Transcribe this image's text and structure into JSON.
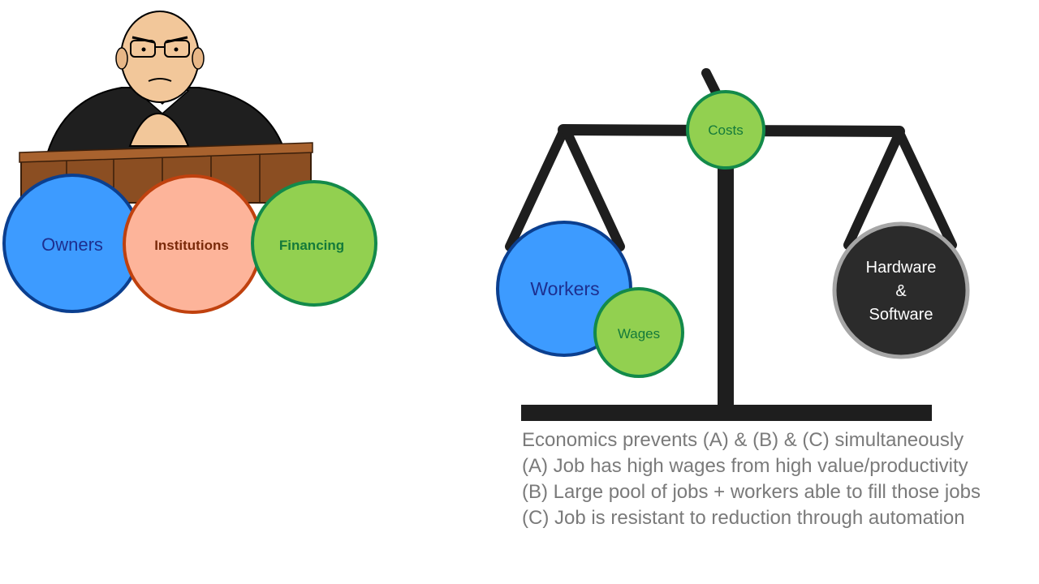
{
  "judge_group": {
    "circles": [
      {
        "label": "Owners",
        "fill": "#3d9bff",
        "stroke": "#0b3f8f",
        "text_color": "#1d2f8f"
      },
      {
        "label": "Institutions",
        "fill": "#fdb49a",
        "stroke": "#c0410e",
        "text_color": "#7a2a0a"
      },
      {
        "label": "Financing",
        "fill": "#92d050",
        "stroke": "#138a4a",
        "text_color": "#147a3a"
      }
    ]
  },
  "scale": {
    "pivot_label": "Costs",
    "left_pan": {
      "main": "Workers",
      "secondary": "Wages"
    },
    "right_pan": {
      "line1": "Hardware",
      "line2": "&",
      "line3": "Software"
    },
    "colors": {
      "beam": "#1e1e1e",
      "green": "#92d050",
      "green_stroke": "#138a4a",
      "blue": "#3d9bff",
      "blue_stroke": "#0b3f8f",
      "dark": "#2b2b2b",
      "dark_stroke": "#a6a6a6"
    }
  },
  "caption": {
    "line1": "Economics prevents (A) & (B) & (C) simultaneously",
    "line2": "(A) Job has high wages from high value/productivity",
    "line3": "(B) Large pool of jobs + workers able to fill those jobs",
    "line4": "(C) Job is resistant to reduction through automation"
  }
}
